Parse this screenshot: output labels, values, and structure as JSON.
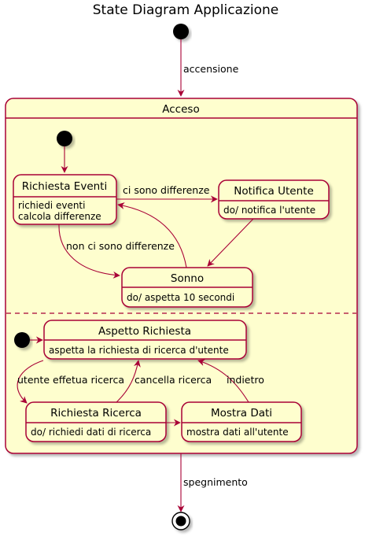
{
  "title": "State Diagram Applicazione",
  "composite_state": {
    "name": "Acceso"
  },
  "states": {
    "richiesta_eventi": {
      "name": "Richiesta Eventi",
      "lines": [
        "richiedi eventi",
        "calcola differenze"
      ]
    },
    "notifica_utente": {
      "name": "Notifica Utente",
      "lines": [
        "do/ notifica l'utente"
      ]
    },
    "sonno": {
      "name": "Sonno",
      "lines": [
        "do/ aspetta 10 secondi"
      ]
    },
    "aspetto_richiesta": {
      "name": "Aspetto Richiesta",
      "lines": [
        "aspetta la richiesta di ricerca d'utente"
      ]
    },
    "richiesta_ricerca": {
      "name": "Richiesta Ricerca",
      "lines": [
        "do/ richiedi dati di ricerca"
      ]
    },
    "mostra_dati": {
      "name": "Mostra Dati",
      "lines": [
        "mostra dati all'utente"
      ]
    }
  },
  "transitions": {
    "accensione": "accensione",
    "spegnimento": "spegnimento",
    "ci_sono_differenze": "ci sono differenze",
    "non_ci_sono_differenze": "non ci sono differenze",
    "utente_effetua_ricerca": "utente effetua ricerca",
    "cancella_ricerca": "cancella ricerca",
    "indietro": "indietro"
  },
  "colors": {
    "border": "#a80036",
    "fill": "#fefece",
    "shadow": "#c8c8c8"
  }
}
